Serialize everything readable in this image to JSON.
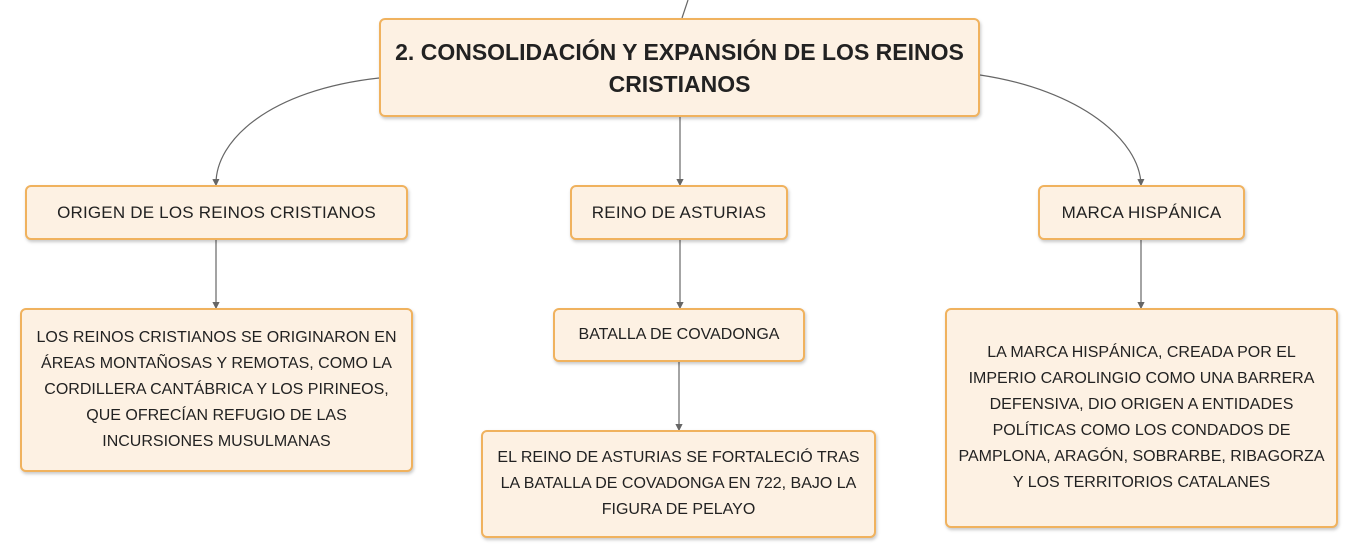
{
  "diagram": {
    "root": {
      "label": "2. CONSOLIDACIÓN Y EXPANSIÓN DE LOS REINOS CRISTIANOS"
    },
    "topics": [
      {
        "label": "ORIGEN DE LOS REINOS CRISTIANOS",
        "detail": "LOS REINOS CRISTIANOS SE ORIGINARON EN ÁREAS MONTAÑOSAS Y REMOTAS, COMO LA CORDILLERA CANTÁBRICA Y LOS PIRINEOS, QUE OFRECÍAN REFUGIO DE LAS INCURSIONES MUSULMANAS"
      },
      {
        "label": "REINO DE ASTURIAS",
        "subtopic": {
          "label": "BATALLA DE COVADONGA",
          "detail": "EL REINO DE ASTURIAS SE FORTALECIÓ TRAS LA BATALLA DE COVADONGA EN 722, BAJO LA FIGURA DE PELAYO"
        }
      },
      {
        "label": "MARCA HISPÁNICA",
        "detail": "LA MARCA HISPÁNICA, CREADA POR EL IMPERIO CAROLINGIO COMO UNA BARRERA DEFENSIVA, DIO ORIGEN A ENTIDADES POLÍTICAS COMO LOS CONDADOS DE PAMPLONA, ARAGÓN, SOBRARBE, RIBAGORZA Y LOS TERRITORIOS CATALANES"
      }
    ]
  },
  "colors": {
    "node_fill": "#fdf1e3",
    "node_border": "#f0b25e",
    "connector": "#666666",
    "text": "#222222"
  }
}
